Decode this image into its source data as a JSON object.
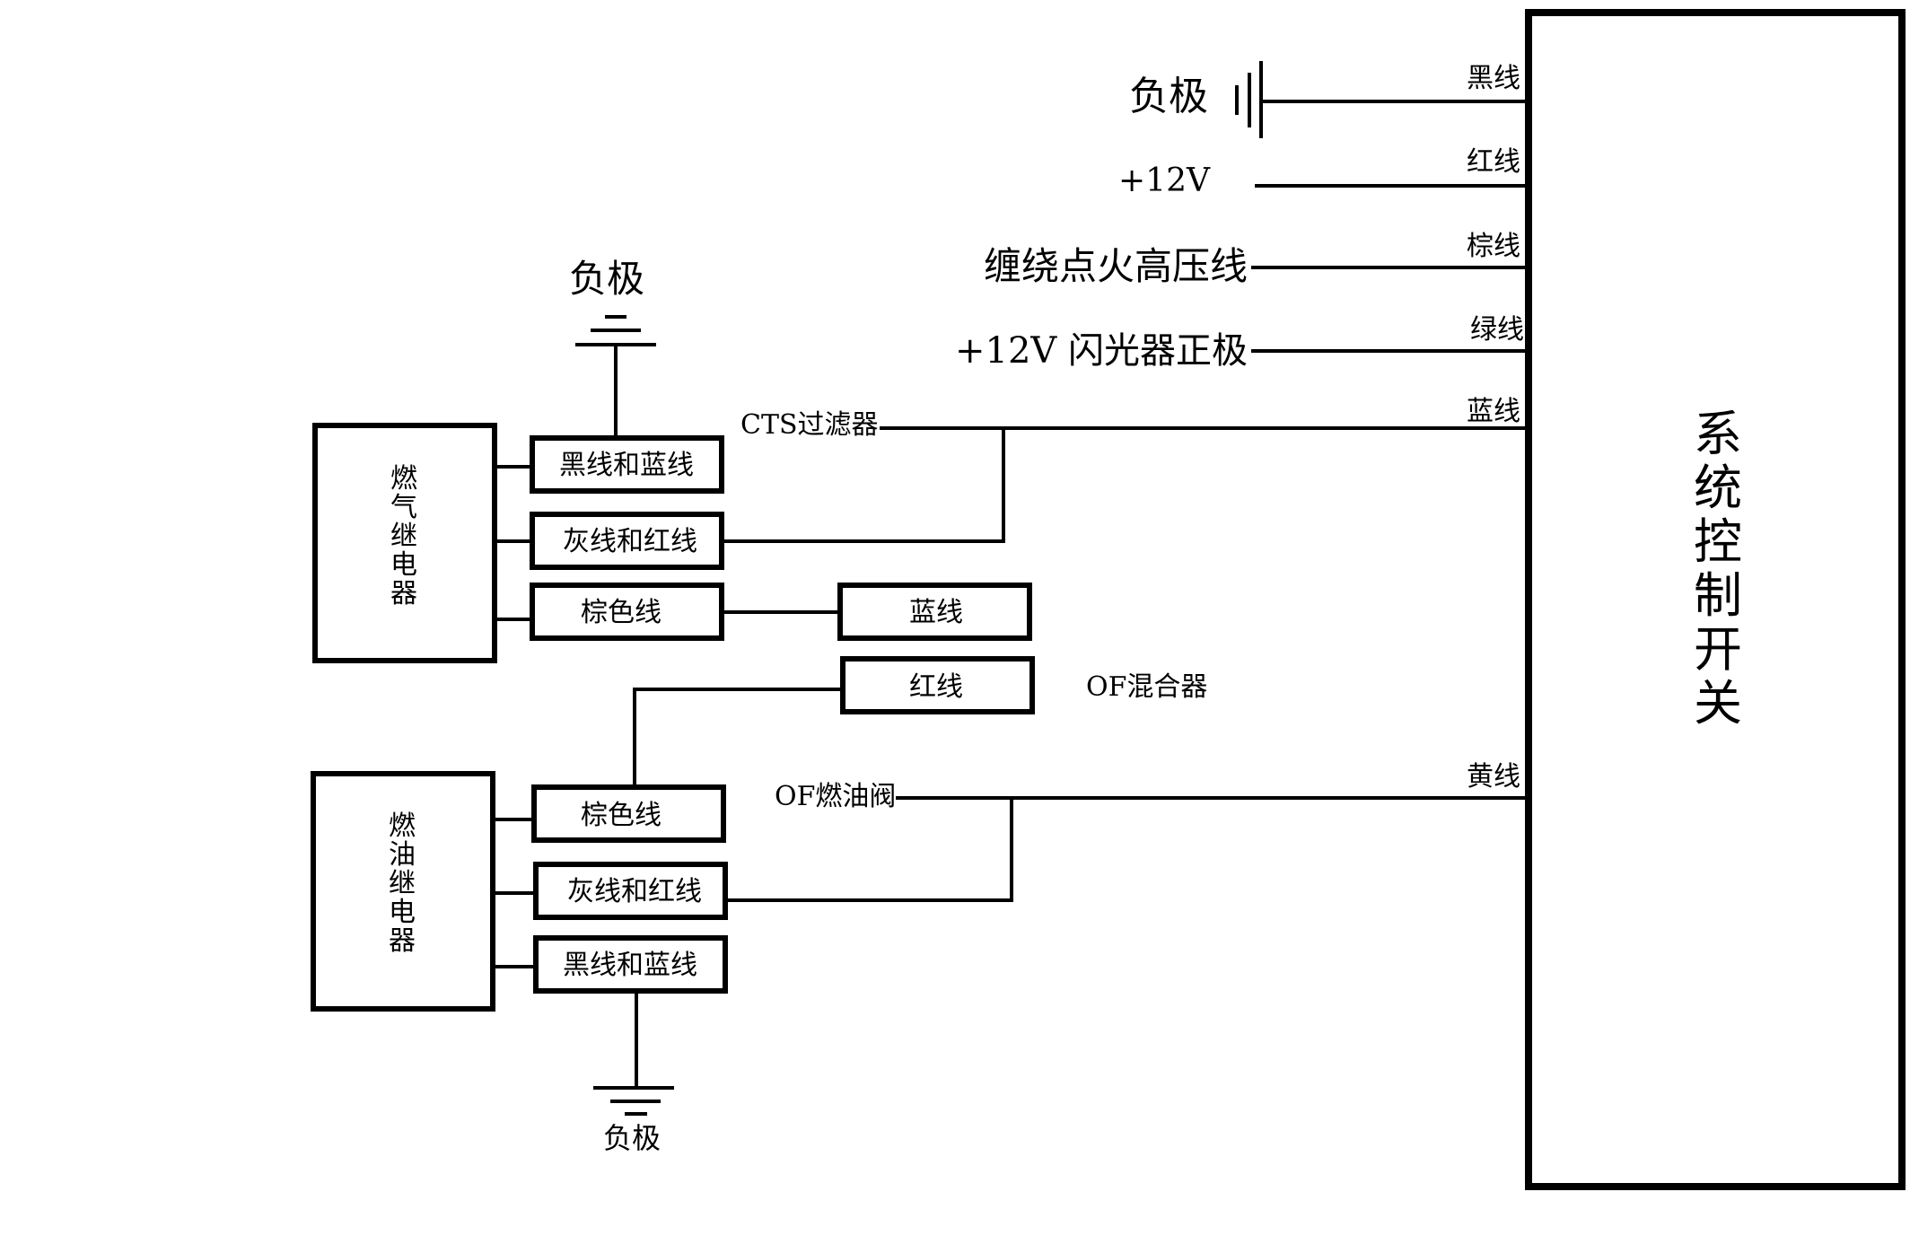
{
  "system_switch": {
    "label_chars": [
      "系",
      "统",
      "控",
      "制",
      "开",
      "关"
    ]
  },
  "wire_tags": {
    "black": "黑线",
    "red": "红线",
    "brown": "棕线",
    "green": "绿线",
    "blue": "蓝线",
    "yellow": "黄线"
  },
  "right_connections": {
    "ground": "负极",
    "plus12v": "+12V",
    "ignition": "缠绕点火高压线",
    "flasher": "+12V 闪光器正极"
  },
  "labels": {
    "cts_filter": "CTS过滤器",
    "of_mixer": "OF混合器",
    "of_fuel_valve": "OF燃油阀",
    "ground_top": "负极",
    "ground_bottom": "负极"
  },
  "gas_relay": {
    "label_chars": [
      "燃",
      "气",
      "继",
      "电",
      "器"
    ],
    "terminals": {
      "black_blue": "黑线和蓝线",
      "gray_red": "灰线和红线",
      "brown": "棕色线"
    },
    "aux_blue": "蓝线"
  },
  "fuel_relay": {
    "label_chars": [
      "燃",
      "油",
      "继",
      "电",
      "器"
    ],
    "terminals": {
      "brown": "棕色线",
      "gray_red": "灰线和红线",
      "black_blue": "黑线和蓝线"
    },
    "aux_red": "红线"
  }
}
